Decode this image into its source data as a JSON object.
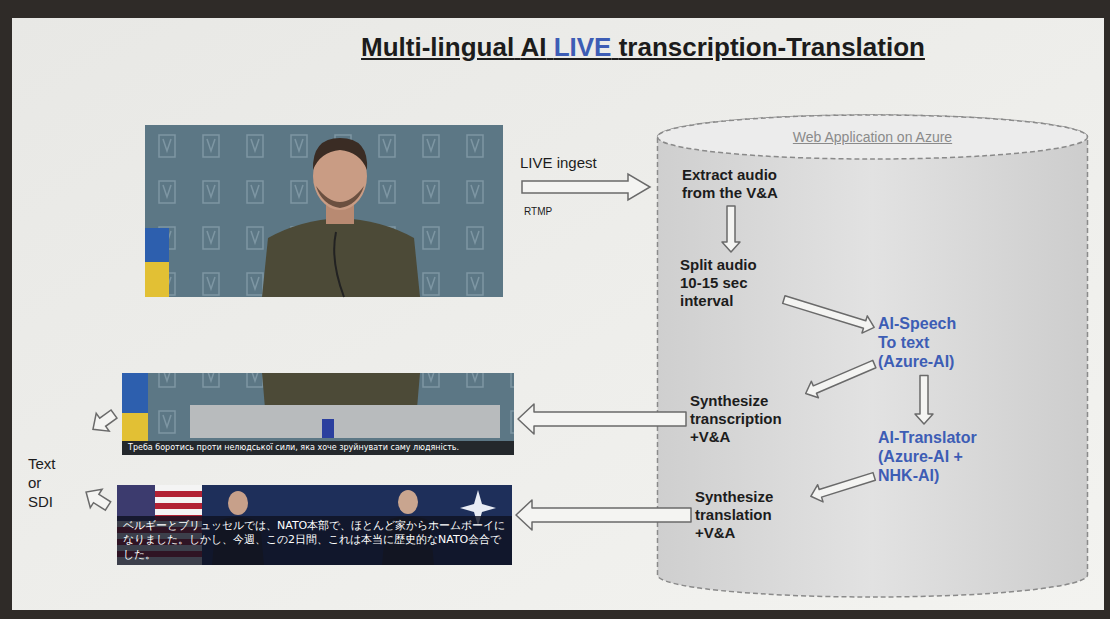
{
  "diagram": {
    "title": "Multi-lingual AI LIVE transcription-Translation",
    "nodes": [
      {
        "text": [
          "Web Application on Azure"
        ]
      },
      {
        "text": [
          "Extract audio from the V&A"
        ],
        "in": 0
      },
      {
        "text": [
          "Split audio 10-15 sec interval"
        ],
        "in": 0
      },
      {
        "text": [
          "AI-Speech To text (Azure-AI)"
        ],
        "in": 0
      },
      {
        "text": [
          "Synthesize transcription +V&A"
        ],
        "in": 0
      },
      {
        "text": [
          "AI-Translator (Azure-AI + NHK-AI)"
        ],
        "in": 0
      },
      {
        "text": [
          "Synthesize translation +V&A"
        ],
        "in": 0
      },
      {
        "text": [
          "Треба боротись проти нелюдської сили, яка хоче зруйнувати саму людяність."
        ]
      },
      {
        "text": [
          "ベルギーとブリュッセルでは、NATO本部で、ほとんど家からホームボーイになりました。しかし、今週、この2日間、これは本当に歴史的なNATO会合でした。"
        ]
      }
    ],
    "edges": [
      {
        "from": 1,
        "to": 2,
        "arrow": "to"
      },
      {
        "from": 2,
        "to": 3,
        "arrow": "to"
      },
      {
        "from": 3,
        "to": 4,
        "arrow": "to"
      },
      {
        "from": 3,
        "to": 5,
        "arrow": "to"
      },
      {
        "from": 5,
        "to": 6,
        "arrow": "to"
      },
      {
        "from": 4,
        "to": 7,
        "arrow": "to"
      },
      {
        "from": 6,
        "to": 8,
        "arrow": "to"
      }
    ],
    "labels": [
      "LIVE ingest",
      "RTMP",
      "Text or SDI"
    ]
  }
}
